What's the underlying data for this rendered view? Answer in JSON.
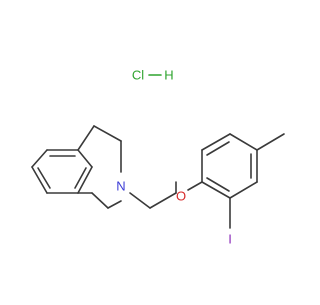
{
  "molecule": {
    "salt": {
      "cl": "Cl",
      "h": "H",
      "color": "#2ea32e"
    },
    "atoms": {
      "nitrogen": {
        "symbol": "N",
        "color": "#3d3dd6"
      },
      "oxygen": {
        "symbol": "O",
        "color": "#d62a2a"
      },
      "iodine": {
        "symbol": "I",
        "color": "#8a2ab8"
      }
    },
    "bond_color": "#3a3a3a"
  }
}
